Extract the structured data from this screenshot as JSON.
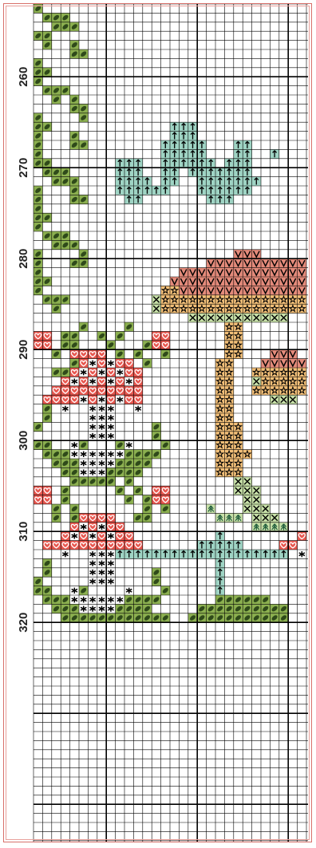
{
  "row_labels": [
    "260",
    "270",
    "280",
    "290",
    "300",
    "310",
    "320"
  ],
  "palette": {
    "leaf_fill": "#8cb050",
    "leaf_mark": "#2f4a1a",
    "arrow_fill": "#9fd4c4",
    "v_fill": "#e38a7a",
    "star_fill": "#f2bf78",
    "heart_fill": "#e8574f",
    "heart_mark": "#ffffff",
    "cross_fill": "#c7e0a8",
    "grid_line": "#000000",
    "border": "#d8706a"
  },
  "symbols": {
    "L": "leaf-icon",
    "A": "arrow-up-icon",
    "V": "v-mark-icon",
    "S": "star-icon",
    "H": "heart-icon",
    "K": "asterisk-icon",
    "X": "cross-icon",
    "T": "tree-icon"
  }
}
